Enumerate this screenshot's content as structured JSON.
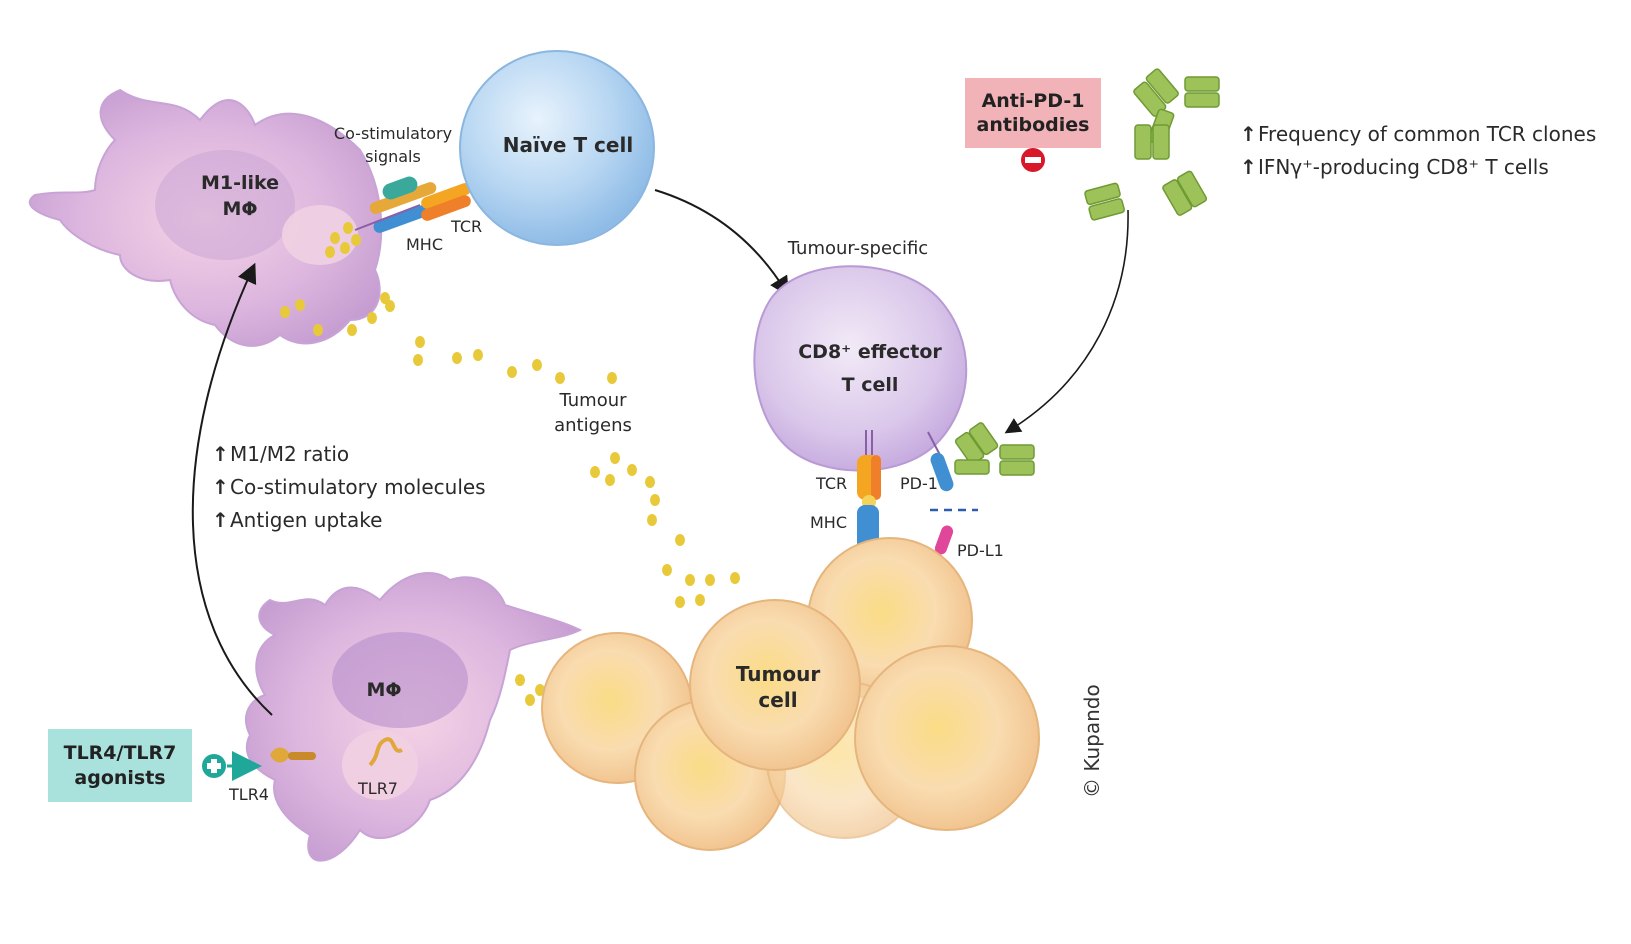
{
  "cells": {
    "m1_macrophage": "M1-like\nMΦ",
    "m1_line1": "M1-like",
    "m1_line2": "MΦ",
    "naive_t_cell": "Naïve T cell",
    "cd8_line1": "CD8⁺ effector",
    "cd8_line2": "T cell",
    "macrophage": "MΦ",
    "tumour_line1": "Tumour",
    "tumour_line2": "cell"
  },
  "labels": {
    "costim_line1": "Co-stimulatory",
    "costim_line2": "signals",
    "tcr_top": "TCR",
    "mhc_top": "MHC",
    "tumour_specific": "Tumour-specific",
    "antigens_line1": "Tumour",
    "antigens_line2": "antigens",
    "tcr_bottom": "TCR",
    "mhc_bottom": "MHC",
    "pd1": "PD-1",
    "pdl1": "PD-L1",
    "tlr4": "TLR4",
    "tlr7": "TLR7"
  },
  "boxes": {
    "anti_pd1_line1": "Anti-PD-1",
    "anti_pd1_line2": "antibodies",
    "tlr_line1": "TLR4/TLR7",
    "tlr_line2": "agonists"
  },
  "m1_effects": [
    "M1/M2 ratio",
    "Co-stimulatory molecules",
    "Antigen uptake"
  ],
  "pd1_effects": [
    "Frequency of common TCR clones",
    "IFNγ⁺-producing CD8⁺ T cells"
  ],
  "arrow_symbol": "↑",
  "copyright": "© Kupando",
  "colors": {
    "macrophage": "#d9b8df",
    "naive_t": "#a9cdef",
    "cd8_t": "#d9c6ea",
    "tumour": "#f8d9a8",
    "antigen": "#e8c93a",
    "antibody": "#9dc25a",
    "anti_pd1_box": "#f1b3b8",
    "tlr_box": "#a9e1dc",
    "inhibit_icon": "#d8182a",
    "activate_icon": "#1fa89a"
  }
}
